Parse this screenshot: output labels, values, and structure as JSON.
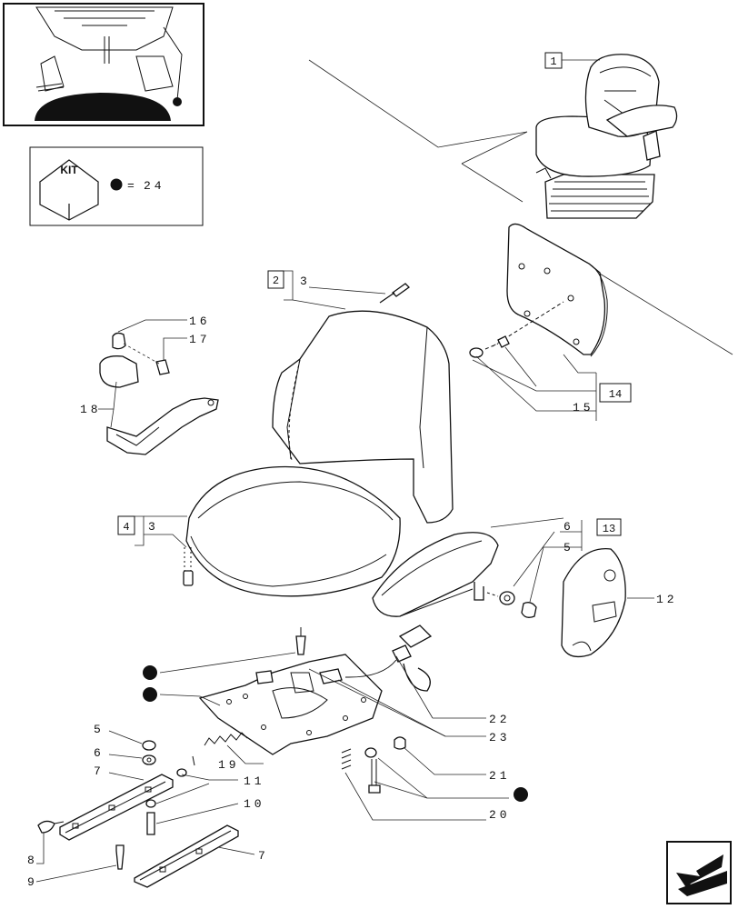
{
  "kit_legend": {
    "kit_text": "KIT",
    "equals": "=",
    "quantity": "24"
  },
  "callouts": {
    "c1": "1",
    "c2": "2",
    "c3a": "3",
    "c3b": "3",
    "c4": "4",
    "c5a": "5",
    "c5b": "5",
    "c6a": "6",
    "c6b": "6",
    "c7a": "7",
    "c7b": "7",
    "c8": "8",
    "c9": "9",
    "c10": "10",
    "c11": "11",
    "c12": "12",
    "c13": "13",
    "c14": "14",
    "c15": "15",
    "c16": "16",
    "c17": "17",
    "c18": "18",
    "c19": "19",
    "c20": "20",
    "c21": "21",
    "c22": "22",
    "c23": "23"
  },
  "icons": {
    "inset": "tractor-cab-pedals-inset",
    "kit_box": "kit-box-icon",
    "kit_dot": "filled-dot-icon",
    "nav": "next-page-arrow-icon"
  }
}
